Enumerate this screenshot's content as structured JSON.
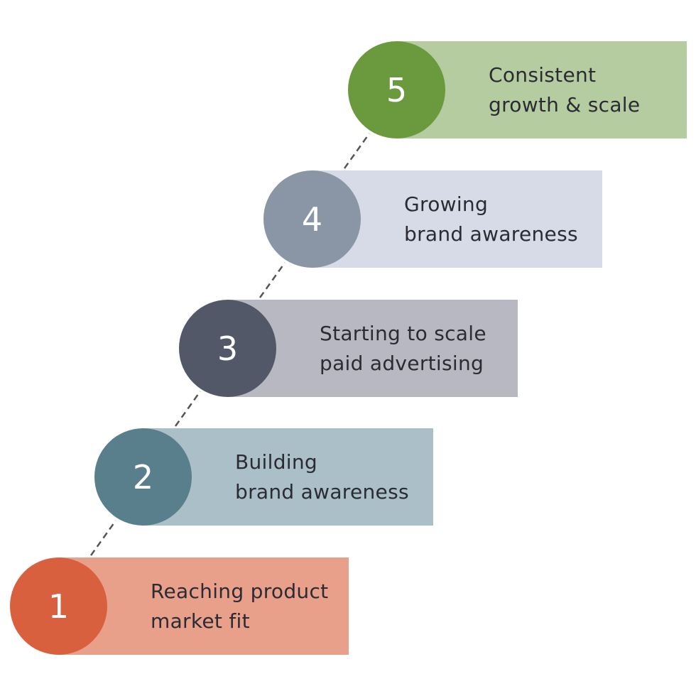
{
  "steps": [
    {
      "number": "1",
      "line1": "Reaching product",
      "line2": "market fit",
      "circle_color": "#d9603f",
      "bar_color": "#e9a08b"
    },
    {
      "number": "2",
      "line1": "Building",
      "line2": "brand awareness",
      "circle_color": "#597f8c",
      "bar_color": "#aabfc7"
    },
    {
      "number": "3",
      "line1": "Starting to scale",
      "line2": "paid advertising",
      "circle_color": "#535869",
      "bar_color": "#b7b8c1"
    },
    {
      "number": "4",
      "line1": "Growing",
      "line2": "brand awareness",
      "circle_color": "#8a95a5",
      "bar_color": "#d6dbe7"
    },
    {
      "number": "5",
      "line1": "Consistent",
      "line2": "growth & scale",
      "circle_color": "#6b9a3e",
      "bar_color": "#b5cca0"
    }
  ],
  "connector_color": "#555555"
}
